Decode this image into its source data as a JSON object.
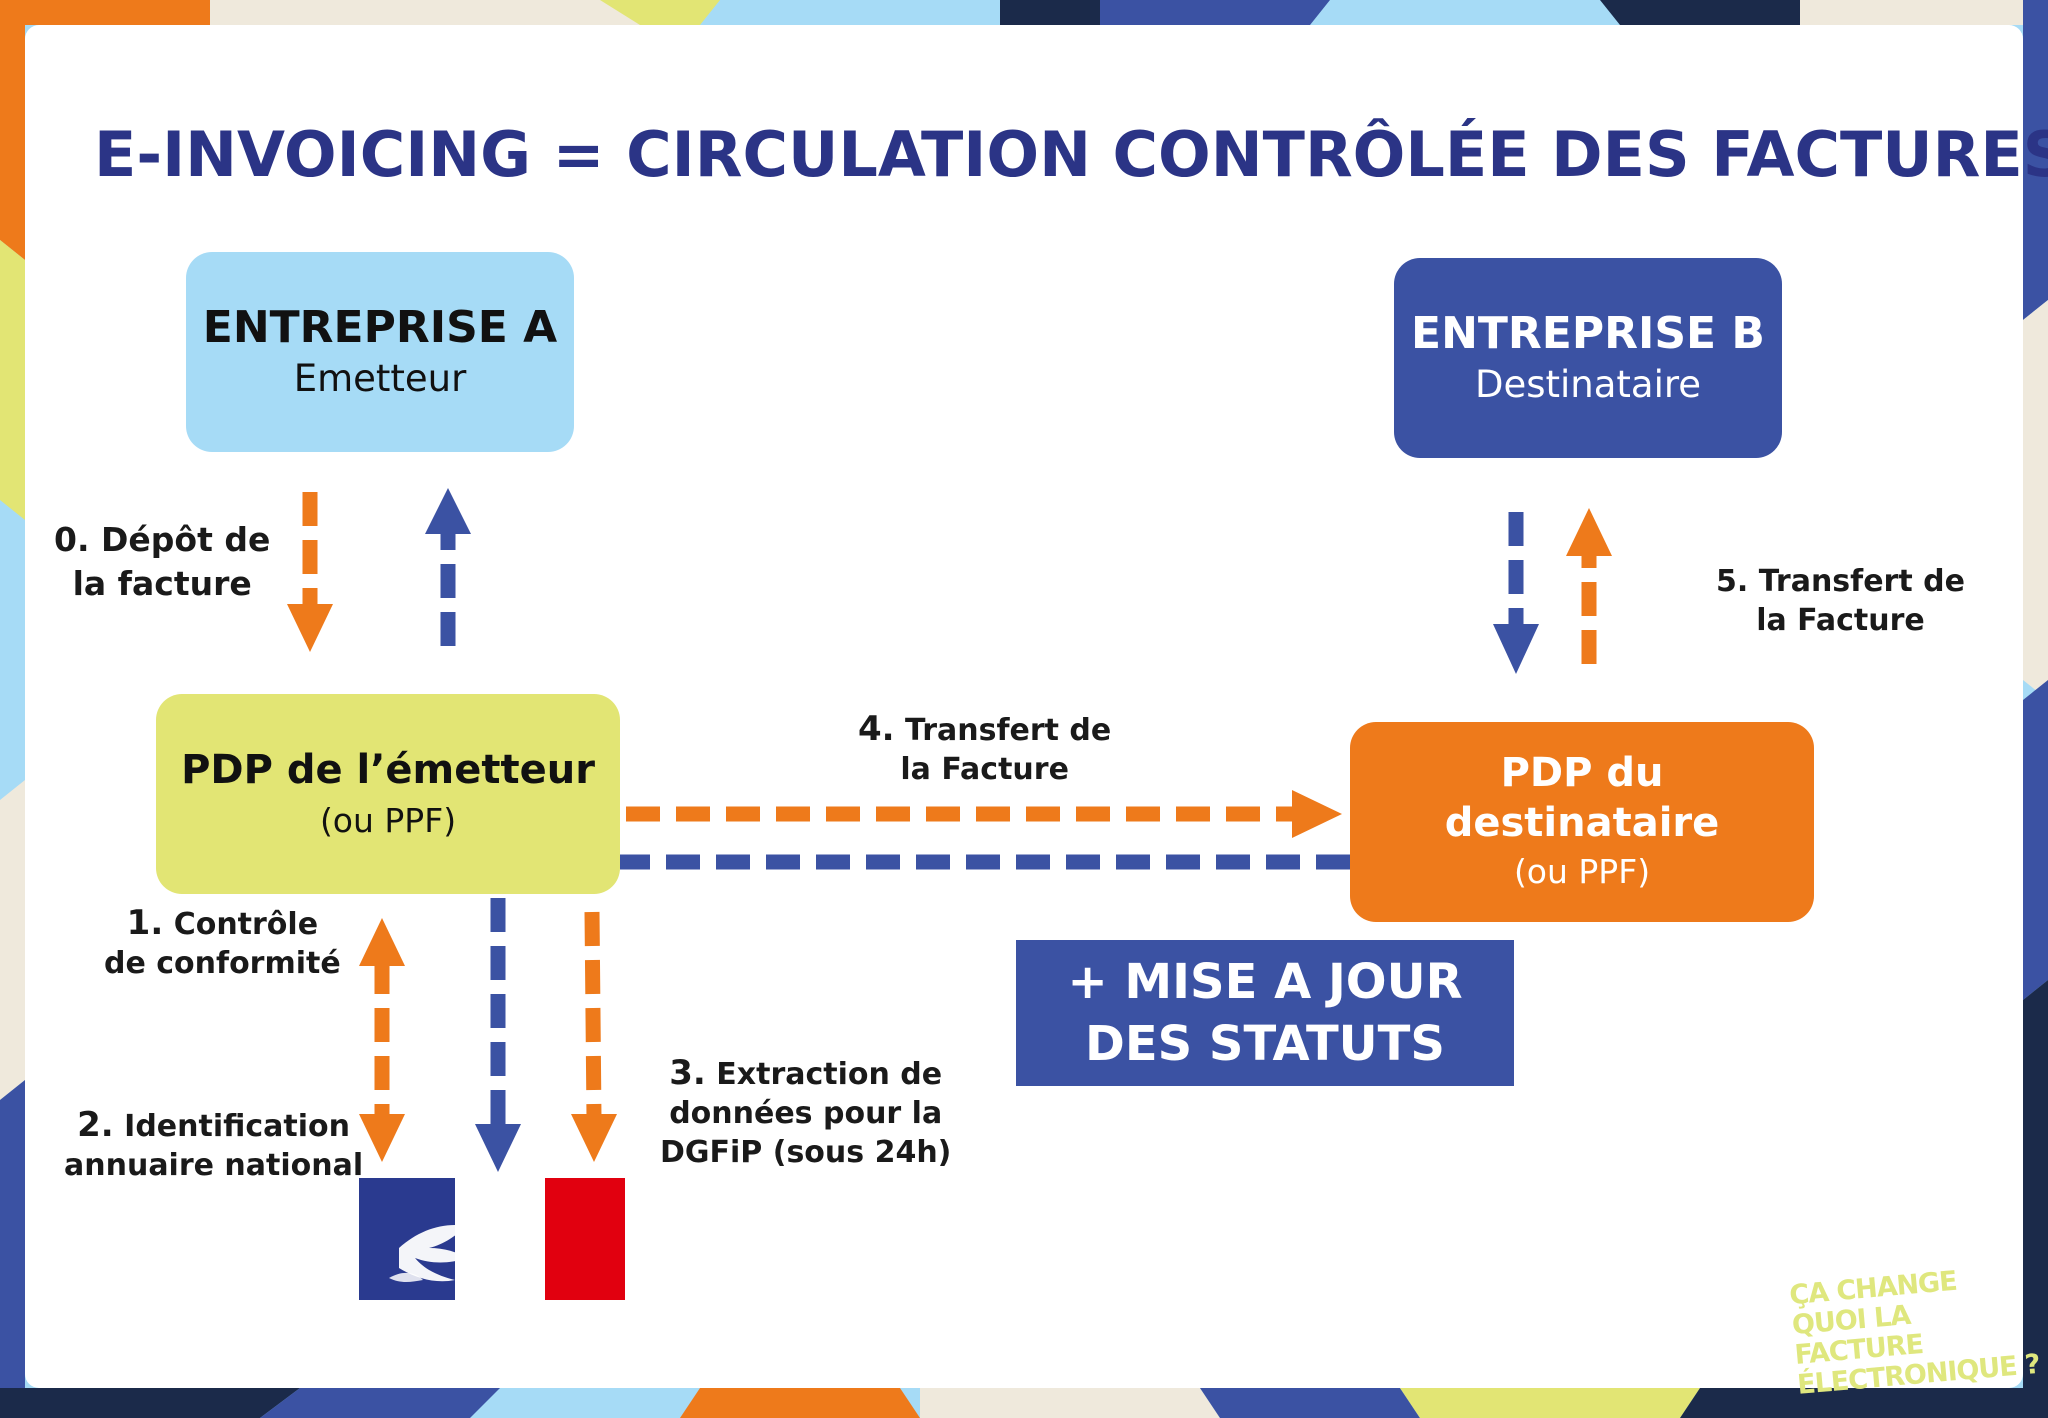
{
  "title": "E-INVOICING = CIRCULATION CONTRÔLÉE DES FACTURES",
  "colors": {
    "navy": "#2b3486",
    "blue": "#3b52a3",
    "orange": "#ee7a1b",
    "light_blue": "#a6dbf6",
    "yellow_green": "#e2e574"
  },
  "entities": {
    "entreprise_a": {
      "name": "ENTREPRISE A",
      "role": "Emetteur"
    },
    "entreprise_b": {
      "name": "ENTREPRISE B",
      "role": "Destinataire"
    },
    "pdp_emetteur": {
      "name": "PDP de l’émetteur",
      "sub": "(ou PPF)"
    },
    "pdp_destinataire": {
      "name_line1": "PDP du",
      "name_line2": "destinataire",
      "sub": "(ou PPF)"
    }
  },
  "steps": {
    "s0": {
      "num": "0.",
      "line1": "Dépôt de",
      "line2": "la facture"
    },
    "s1": {
      "num": "1.",
      "line1": "Contrôle",
      "line2": "de conformité"
    },
    "s2": {
      "num": "2.",
      "line1": "Identification",
      "line2": "annuaire national"
    },
    "s3": {
      "num": "3.",
      "line1": "Extraction de",
      "line2": "données pour la",
      "line3": "DGFiP (sous 24h)"
    },
    "s4": {
      "num": "4.",
      "line1": "Transfert de",
      "line2": "la Facture"
    },
    "s5": {
      "num": "5.",
      "line1": "Transfert de",
      "line2": "la Facture"
    }
  },
  "status_update": {
    "line1": "+ MISE A JOUR",
    "line2": "DES STATUTS"
  },
  "brand": {
    "line1": "ÇA CHANGE",
    "line2": "QUOI LA FACTURE",
    "line3": "ÉLECTRONIQUE ?"
  },
  "icons": {
    "marianne": "marianne-flag-icon"
  }
}
